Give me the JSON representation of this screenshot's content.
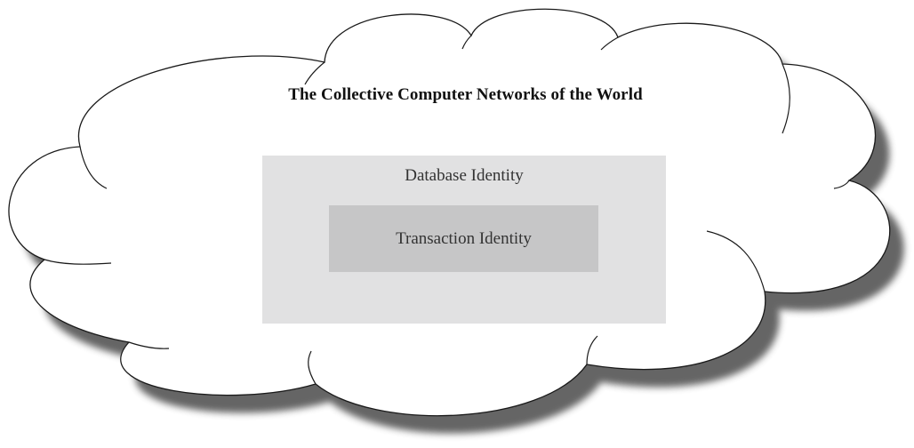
{
  "diagram": {
    "title": "The Collective Computer Networks of the World",
    "outer_box_label": "Database Identity",
    "inner_box_label": "Transaction Identity"
  },
  "colors": {
    "cloud_fill": "#ffffff",
    "cloud_stroke": "#1a1a1a",
    "cloud_shadow": "#555555",
    "outer_box_fill": "#e1e1e2",
    "inner_box_fill": "#c6c6c7",
    "text": "#333333"
  }
}
